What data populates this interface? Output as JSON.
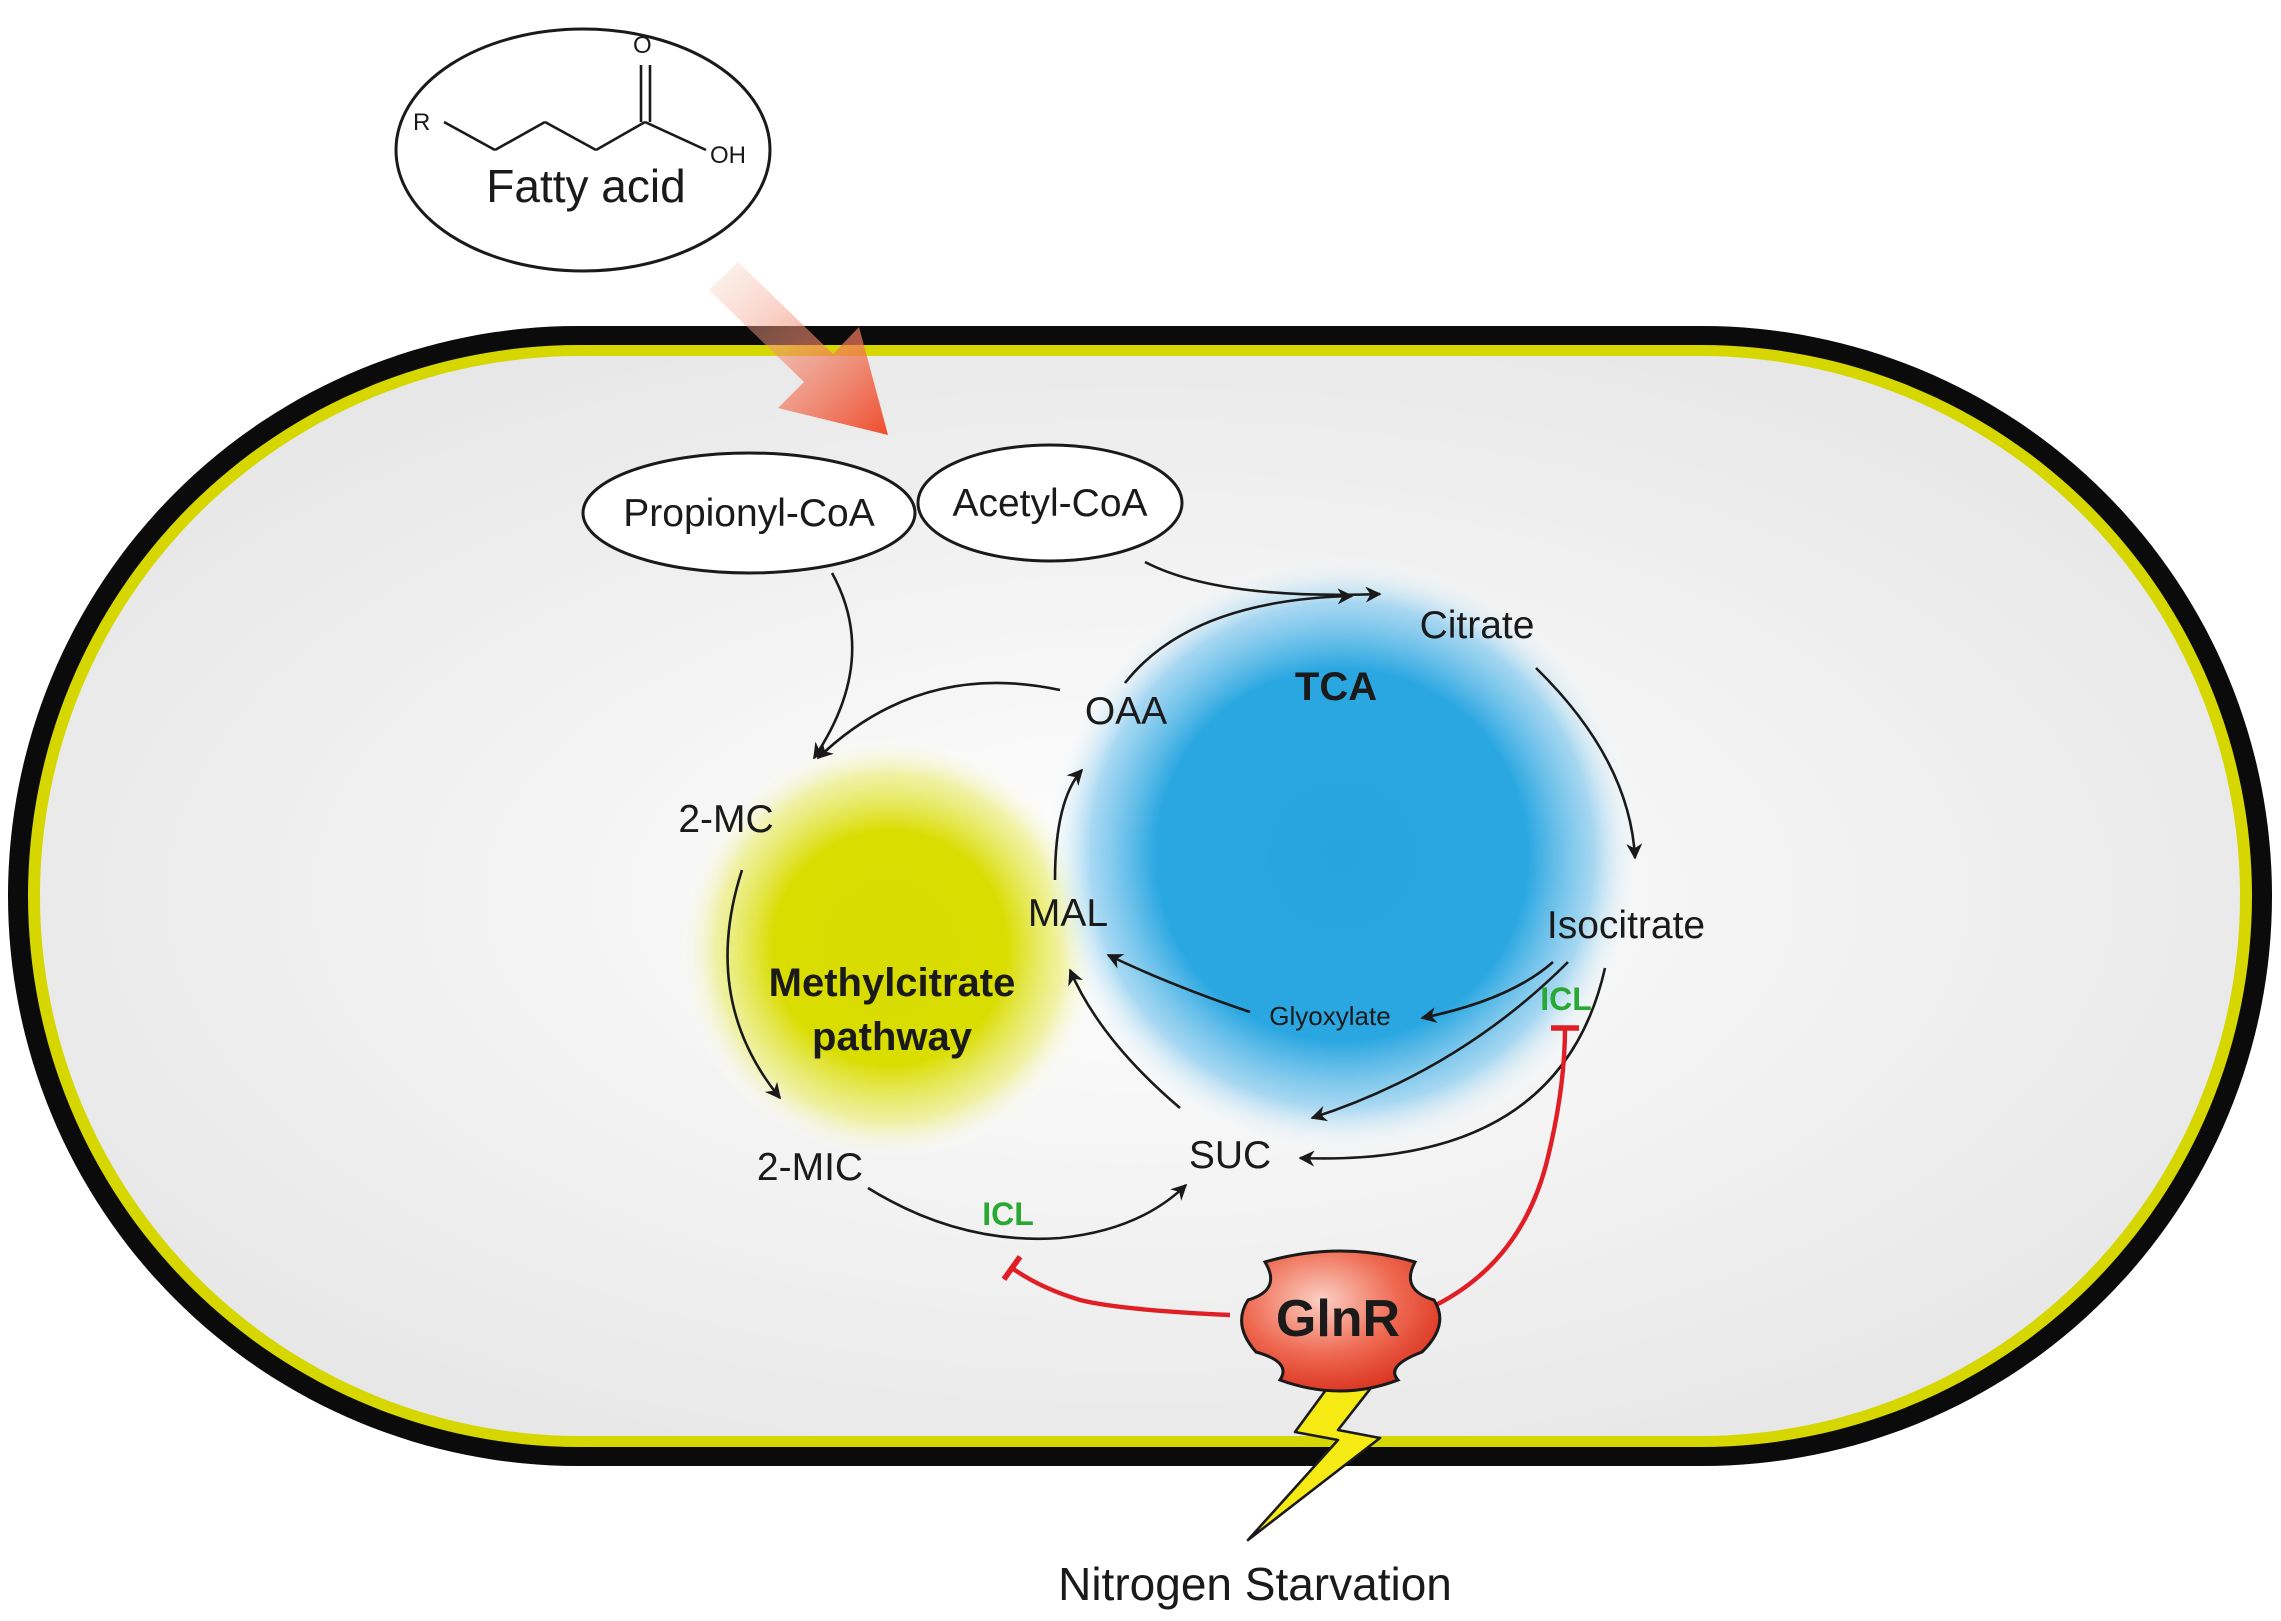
{
  "fatty_acid": {
    "label": "Fatty acid",
    "atom_O": "O",
    "atom_OH": "OH",
    "atom_R": "R"
  },
  "metabolites": {
    "propionyl_coa": "Propionyl-CoA",
    "acetyl_coa": "Acetyl-CoA",
    "citrate": "Citrate",
    "oaa": "OAA",
    "two_mc": "2-MC",
    "mal": "MAL",
    "isocitrate": "Isocitrate",
    "glyoxylate": "Glyoxylate",
    "suc": "SUC",
    "two_mic": "2-MIC"
  },
  "pathways": {
    "tca": "TCA",
    "methylcitrate_line1": "Methylcitrate",
    "methylcitrate_line2": "pathway"
  },
  "enzymes": {
    "icl_glyoxylate": "ICL",
    "icl_methylcitrate": "ICL"
  },
  "regulator": "GlnR",
  "signal": "Nitrogen Starvation",
  "colors": {
    "cell_wall": "#0b0b0b",
    "membrane": "#d6d600",
    "cytoplasm": "#f4f4f4",
    "tca_blob": "#29a6e0",
    "methylcitrate_blob": "#d9dd00",
    "enzyme_text": "#2aa834",
    "inhibition": "#e01e26",
    "glnr_fill": "#e8503a",
    "lightning": "#f5ea14"
  }
}
